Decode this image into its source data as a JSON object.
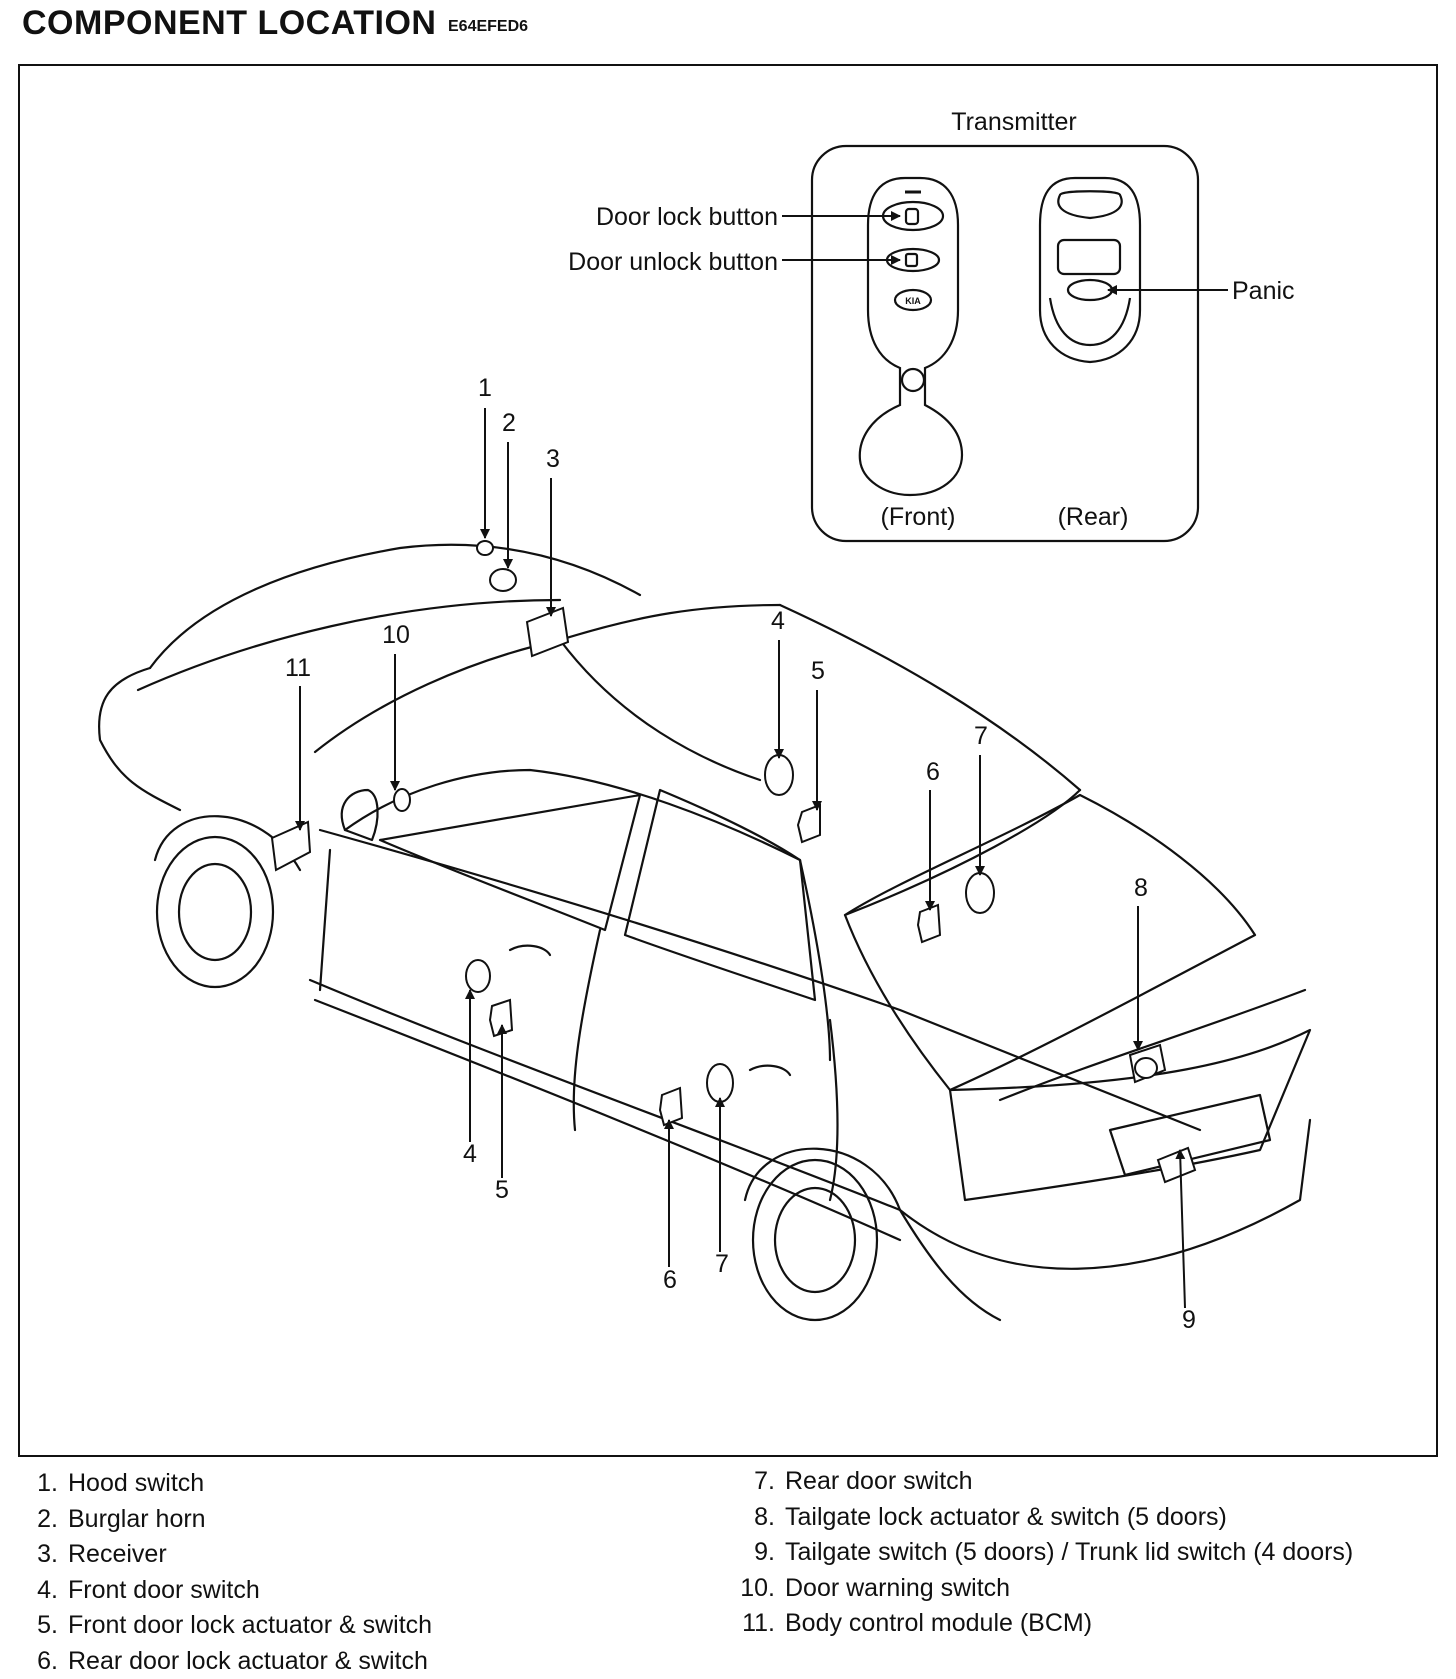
{
  "header": {
    "title": "COMPONENT LOCATION",
    "code": "E64EFED6"
  },
  "transmitter": {
    "title": "Transmitter",
    "door_lock_button": "Door lock button",
    "door_unlock_button": "Door unlock button",
    "panic": "Panic",
    "front": "(Front)",
    "rear": "(Rear)",
    "logo_text": "KIA"
  },
  "callouts": {
    "c1": "1",
    "c2": "2",
    "c3": "3",
    "c4a": "4",
    "c4b": "4",
    "c5a": "5",
    "c5b": "5",
    "c6a": "6",
    "c6b": "6",
    "c7a": "7",
    "c7b": "7",
    "c8": "8",
    "c9": "9",
    "c10": "10",
    "c11": "11"
  },
  "legend": {
    "left": [
      {
        "num": "1.",
        "text": "Hood switch"
      },
      {
        "num": "2.",
        "text": "Burglar horn"
      },
      {
        "num": "3.",
        "text": "Receiver"
      },
      {
        "num": "4.",
        "text": "Front door switch"
      },
      {
        "num": "5.",
        "text": "Front door lock actuator & switch"
      },
      {
        "num": "6.",
        "text": "Rear door lock actuator & switch"
      }
    ],
    "right": [
      {
        "num": "7.",
        "text": "Rear door switch"
      },
      {
        "num": "8.",
        "text": "Tailgate lock actuator & switch (5 doors)"
      },
      {
        "num": "9.",
        "text": "Tailgate switch (5 doors) / Trunk lid switch (4 doors)"
      },
      {
        "num": "10.",
        "text": "Door warning switch"
      },
      {
        "num": "11.",
        "text": "Body control module (BCM)"
      }
    ]
  }
}
